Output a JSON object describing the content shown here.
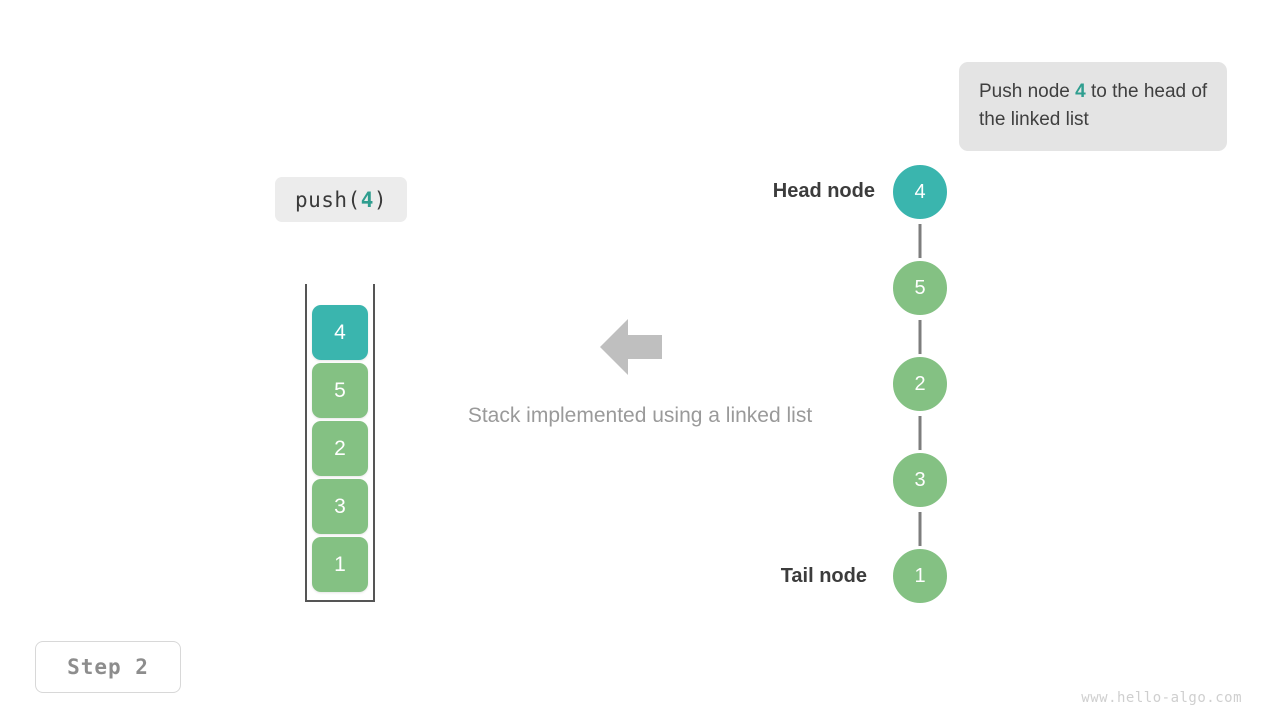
{
  "colors": {
    "teal": "#3ab5ae",
    "green": "#84c183",
    "teal_text": "#2f9e8f",
    "arrow_gray": "#7d7d7d",
    "block_arrow_gray": "#bfbfbf",
    "callout_bg": "#e4e4e4",
    "op_bg": "#ececec",
    "caption_gray": "#9a9a9a",
    "label_dark": "#3c3c3c",
    "container_stroke": "#555555",
    "watermark_gray": "#cfcfcf"
  },
  "callout": {
    "prefix": "Push node ",
    "highlight": "4",
    "suffix": " to the head of the linked list"
  },
  "operation": {
    "name": "push",
    "open_paren": "(",
    "argument": "4",
    "close_paren": ")"
  },
  "stack": {
    "label": "stack-container",
    "cells": [
      {
        "value": "4",
        "color": "#3ab5ae",
        "state": "newly-pushed"
      },
      {
        "value": "5",
        "color": "#84c183",
        "state": "existing"
      },
      {
        "value": "2",
        "color": "#84c183",
        "state": "existing"
      },
      {
        "value": "3",
        "color": "#84c183",
        "state": "existing"
      },
      {
        "value": "1",
        "color": "#84c183",
        "state": "existing"
      }
    ]
  },
  "caption": "Stack implemented using a linked list",
  "linked_list": {
    "head_label": "Head node",
    "tail_label": "Tail node",
    "nodes": [
      {
        "value": "4",
        "color": "#3ab5ae",
        "ring": "#3ab5ae"
      },
      {
        "value": "5",
        "color": "#84c183",
        "ring": "#84c183"
      },
      {
        "value": "2",
        "color": "#84c183",
        "ring": "#84c183"
      },
      {
        "value": "3",
        "color": "#84c183",
        "ring": "#84c183"
      },
      {
        "value": "1",
        "color": "#84c183",
        "ring": "#84c183"
      }
    ]
  },
  "step_badge": "Step 2",
  "watermark": "www.hello-algo.com"
}
